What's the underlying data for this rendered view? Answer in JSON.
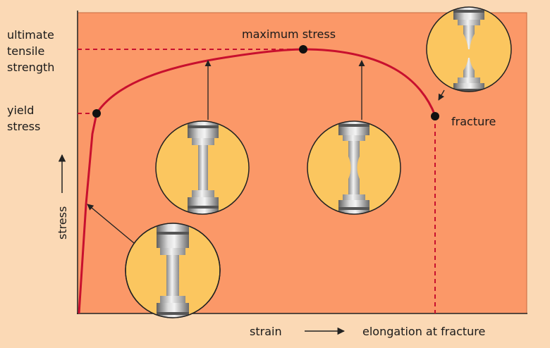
{
  "labels": {
    "ultimate_tensile_strength": [
      "ultimate",
      "tensile",
      "strength"
    ],
    "yield_stress": [
      "yield",
      "stress"
    ],
    "maximum_stress": "maximum stress",
    "fracture": "fracture",
    "stress_axis": "stress",
    "strain_axis": "strain",
    "elongation_at_fracture": "elongation at fracture"
  },
  "colors": {
    "page_bg": "#fbd9b5",
    "plot_bg": "#fb9868",
    "curve": "#c8102e",
    "circle_fill": "#fbc65f",
    "metal_light": "#e2e2e2",
    "metal_dark": "#6e6e6e"
  },
  "specimen_stages": [
    "elastic",
    "yield",
    "necking",
    "fracture"
  ]
}
